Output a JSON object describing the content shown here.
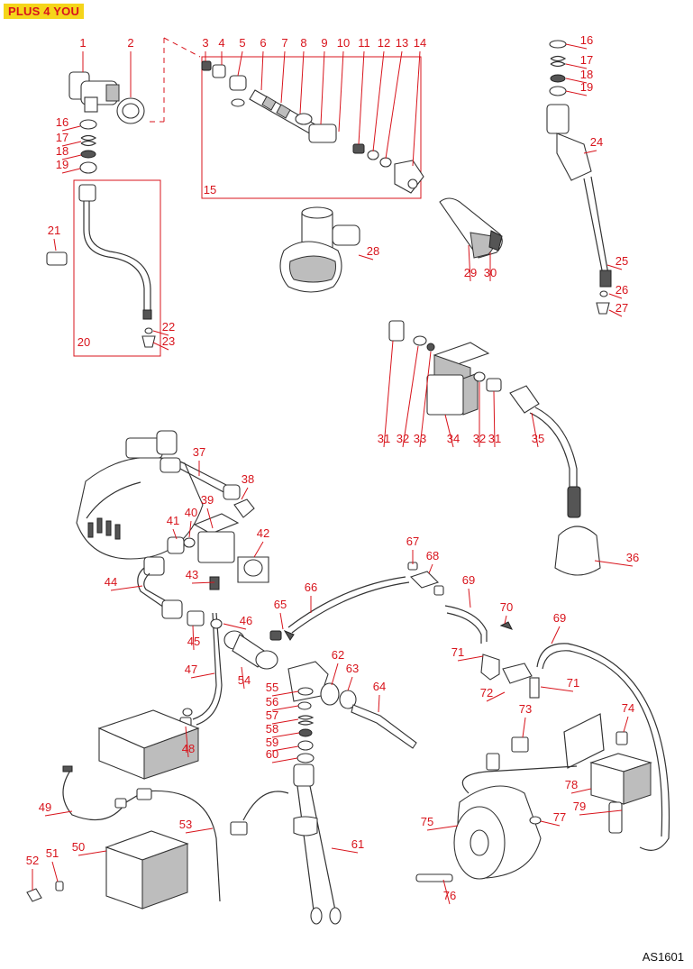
{
  "header": {
    "badge": "PLUS 4 YOU"
  },
  "footer": {
    "doc_code": "AS1601"
  },
  "colors": {
    "badge_bg": "#f5d51a",
    "label": "#d8141c",
    "line": "#333333"
  },
  "callouts": [
    "1",
    "2",
    "3",
    "4",
    "5",
    "6",
    "7",
    "8",
    "9",
    "10",
    "11",
    "12",
    "13",
    "14",
    "15",
    "16",
    "17",
    "18",
    "19",
    "20",
    "21",
    "22",
    "23",
    "24",
    "25",
    "26",
    "27",
    "28",
    "29",
    "30",
    "31",
    "32",
    "33",
    "34",
    "32",
    "31",
    "35",
    "36",
    "37",
    "38",
    "39",
    "40",
    "41",
    "42",
    "43",
    "44",
    "45",
    "46",
    "47",
    "48",
    "49",
    "50",
    "51",
    "52",
    "53",
    "54",
    "55",
    "56",
    "57",
    "58",
    "59",
    "60",
    "61",
    "62",
    "63",
    "64",
    "65",
    "66",
    "67",
    "68",
    "69",
    "69",
    "70",
    "71",
    "71",
    "72",
    "73",
    "74",
    "75",
    "76",
    "77",
    "78",
    "79",
    "16",
    "17",
    "18",
    "19"
  ]
}
